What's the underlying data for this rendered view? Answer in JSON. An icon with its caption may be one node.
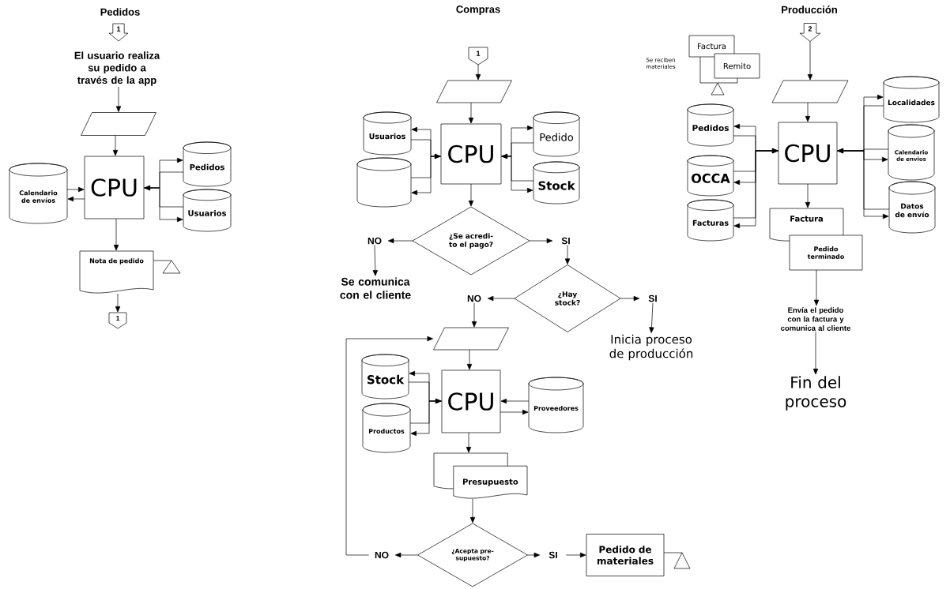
{
  "diagram": {
    "nodes": [
      {
        "text": [
          "1"
        ]
      },
      {
        "text": [
          "El usuario realiza su pedido a través de la app"
        ]
      },
      {
        "text": [],
        "shape": "parallelogram"
      },
      {
        "text": [
          "CPU"
        ]
      },
      {
        "text": [
          "Calendario de envíos"
        ]
      },
      {
        "text": [
          "Pedidos"
        ]
      },
      {
        "text": [
          "Usuarios"
        ]
      },
      {
        "text": [
          "Nota de pedido"
        ]
      },
      {
        "text": [],
        "shape": "triangle"
      },
      {
        "text": [
          "1"
        ]
      },
      {
        "text": [
          "1"
        ]
      },
      {
        "text": [],
        "shape": "parallelogram"
      },
      {
        "text": [
          "CPU"
        ]
      },
      {
        "text": [
          "Usuarios"
        ]
      },
      {
        "text": [],
        "shape": "cylinder"
      },
      {
        "text": [
          "Pedido"
        ]
      },
      {
        "text": [
          "Stock"
        ]
      },
      {
        "text": [
          "¿Se acredi- to el pago?"
        ]
      },
      {
        "text": [
          "NO"
        ]
      },
      {
        "text": [
          "Se comunica con el cliente"
        ]
      },
      {
        "text": [
          "SI"
        ]
      },
      {
        "text": [
          "¿Hay stock?"
        ]
      },
      {
        "text": [
          "NO"
        ]
      },
      {
        "text": [
          "SI"
        ]
      },
      {
        "text": [
          "Inicia proceso de producción"
        ]
      },
      {
        "text": [],
        "shape": "parallelogram"
      },
      {
        "text": [
          "CPU"
        ]
      },
      {
        "text": [
          "Stock"
        ]
      },
      {
        "text": [
          "Productos"
        ]
      },
      {
        "text": [
          "Proveedores"
        ]
      },
      {
        "text": [
          "Presupuesto"
        ]
      },
      {
        "text": [
          "¿Acepta pre- supuesto?"
        ]
      },
      {
        "text": [
          "NO"
        ]
      },
      {
        "text": [
          "SI"
        ]
      },
      {
        "text": [
          "Pedido de materiales"
        ]
      },
      {
        "text": [],
        "shape": "triangle"
      },
      {
        "text": [
          "2"
        ]
      },
      {
        "text": [],
        "shape": "parallelogram"
      },
      {
        "text": [
          "CPU"
        ]
      },
      {
        "text": [
          "Factura"
        ]
      },
      {
        "text": [
          "Remito"
        ]
      },
      {
        "text": [],
        "shape": "triangle"
      },
      {
        "text": [
          "Pedidos"
        ]
      },
      {
        "text": [
          "OCCA"
        ]
      },
      {
        "text": [
          "Facturas"
        ]
      },
      {
        "text": [
          "Localidades"
        ]
      },
      {
        "text": [
          "Calendario de envios"
        ]
      },
      {
        "text": [
          "Datos de envío"
        ]
      },
      {
        "text": [
          "Factura"
        ]
      },
      {
        "text": [
          "Pedido terminado"
        ]
      },
      {
        "text": [
          "Envía el pedido con la factura y comunica al cliente"
        ]
      },
      {
        "text": [
          "Fin del proceso"
        ]
      }
    ],
    "edges": [
      {
        "from": 1,
        "to": 2,
        "arrow": "to"
      },
      {
        "from": 2,
        "to": 3,
        "arrow": "to"
      },
      {
        "from": 4,
        "to": 3,
        "arrow": "to"
      },
      {
        "from": 3,
        "to": 4,
        "arrow": "to"
      },
      {
        "from": 3,
        "to": 5,
        "arrow": "to"
      },
      {
        "from": 5,
        "to": 3,
        "arrow": "to"
      },
      {
        "from": 6,
        "to": 3,
        "arrow": "to"
      },
      {
        "from": 3,
        "to": 6,
        "arrow": "to"
      },
      {
        "from": 3,
        "to": 7,
        "arrow": "to"
      },
      {
        "from": 7,
        "to": 8,
        "arrow": "none"
      },
      {
        "from": 7,
        "to": 9,
        "arrow": "to"
      },
      {
        "from": 10,
        "to": 11,
        "arrow": "to"
      },
      {
        "from": 11,
        "to": 12,
        "arrow": "to"
      },
      {
        "from": 12,
        "to": 13,
        "arrow": "to"
      },
      {
        "from": 13,
        "to": 12,
        "arrow": "to"
      },
      {
        "from": 14,
        "to": 12,
        "arrow": "to"
      },
      {
        "from": 12,
        "to": 14,
        "arrow": "to"
      },
      {
        "from": 12,
        "to": 15,
        "arrow": "to"
      },
      {
        "from": 15,
        "to": 12,
        "arrow": "to"
      },
      {
        "from": 16,
        "to": 12,
        "arrow": "to"
      },
      {
        "from": 12,
        "to": 16,
        "arrow": "to"
      },
      {
        "from": 12,
        "to": 17,
        "arrow": "to"
      },
      {
        "from": 17,
        "to": 18,
        "arrow": "to"
      },
      {
        "from": 18,
        "to": 19,
        "arrow": "to"
      },
      {
        "from": 17,
        "to": 20,
        "arrow": "to"
      },
      {
        "from": 20,
        "to": 21,
        "arrow": "to"
      },
      {
        "from": 21,
        "to": 22,
        "arrow": "to"
      },
      {
        "from": 21,
        "to": 23,
        "arrow": "to"
      },
      {
        "from": 23,
        "to": 24,
        "arrow": "to"
      },
      {
        "from": 22,
        "to": 25,
        "arrow": "to"
      },
      {
        "from": 25,
        "to": 26,
        "arrow": "to"
      },
      {
        "from": 27,
        "to": 26,
        "arrow": "to"
      },
      {
        "from": 26,
        "to": 27,
        "arrow": "to"
      },
      {
        "from": 28,
        "to": 26,
        "arrow": "to"
      },
      {
        "from": 26,
        "to": 28,
        "arrow": "to"
      },
      {
        "from": 29,
        "to": 26,
        "arrow": "to"
      },
      {
        "from": 26,
        "to": 29,
        "arrow": "to"
      },
      {
        "from": 26,
        "to": 30,
        "arrow": "to"
      },
      {
        "from": 30,
        "to": 31,
        "arrow": "to"
      },
      {
        "from": 31,
        "to": 32,
        "arrow": "to"
      },
      {
        "from": 32,
        "to": 25,
        "arrow": "to"
      },
      {
        "from": 31,
        "to": 33,
        "arrow": "to"
      },
      {
        "from": 33,
        "to": 34,
        "arrow": "to"
      },
      {
        "from": 34,
        "to": 35,
        "arrow": "none"
      },
      {
        "from": 36,
        "to": 37,
        "arrow": "to"
      },
      {
        "from": 37,
        "to": 38,
        "arrow": "to"
      },
      {
        "from": 39,
        "to": 41,
        "arrow": "none"
      },
      {
        "from": 40,
        "to": 41,
        "arrow": "none"
      },
      {
        "from": 38,
        "to": 42,
        "arrow": "to"
      },
      {
        "from": 42,
        "to": 38,
        "arrow": "to"
      },
      {
        "from": 43,
        "to": 38,
        "arrow": "to"
      },
      {
        "from": 38,
        "to": 43,
        "arrow": "to"
      },
      {
        "from": 44,
        "to": 38,
        "arrow": "to"
      },
      {
        "from": 38,
        "to": 44,
        "arrow": "to"
      },
      {
        "from": 38,
        "to": 45,
        "arrow": "to"
      },
      {
        "from": 45,
        "to": 38,
        "arrow": "to"
      },
      {
        "from": 46,
        "to": 38,
        "arrow": "to"
      },
      {
        "from": 38,
        "to": 46,
        "arrow": "to"
      },
      {
        "from": 47,
        "to": 38,
        "arrow": "to"
      },
      {
        "from": 38,
        "to": 47,
        "arrow": "to"
      },
      {
        "from": 38,
        "to": 48,
        "arrow": "to"
      },
      {
        "from": 49,
        "to": 50,
        "arrow": "to"
      },
      {
        "from": 50,
        "to": 51,
        "arrow": "to"
      }
    ],
    "labels": [
      "Pedidos",
      "Compras",
      "Producción",
      "Se reciben materiales"
    ]
  }
}
